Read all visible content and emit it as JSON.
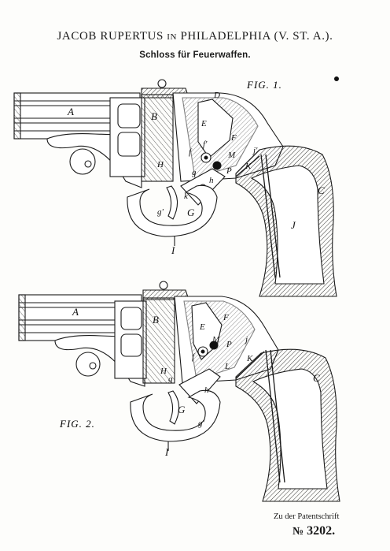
{
  "header": {
    "inventor": "JACOB RUPERTUS",
    "in_word": "IN",
    "location": "PHILADELPHIA (V. ST. A.).",
    "subject": "Schloss für Feuerwaffen."
  },
  "figures": [
    {
      "label": "FIG. 1.",
      "parts": [
        "A",
        "B",
        "D",
        "E",
        "F",
        "f",
        "f'",
        "j'",
        "K",
        "M",
        "P",
        "H",
        "h",
        "k",
        "g",
        "g'",
        "G",
        "C",
        "J",
        "I"
      ]
    },
    {
      "label": "FIG. 2.",
      "parts": [
        "A",
        "B",
        "E",
        "F",
        "H",
        "M",
        "P",
        "j",
        "K",
        "L",
        "f",
        "h",
        "g",
        "G",
        "g'",
        "C",
        "I"
      ]
    }
  ],
  "footer": {
    "caption": "Zu der Patentschrift",
    "number_prefix": "№",
    "number": "3202."
  },
  "colors": {
    "ink": "#1a1a1a",
    "paper": "#fdfdfb"
  }
}
